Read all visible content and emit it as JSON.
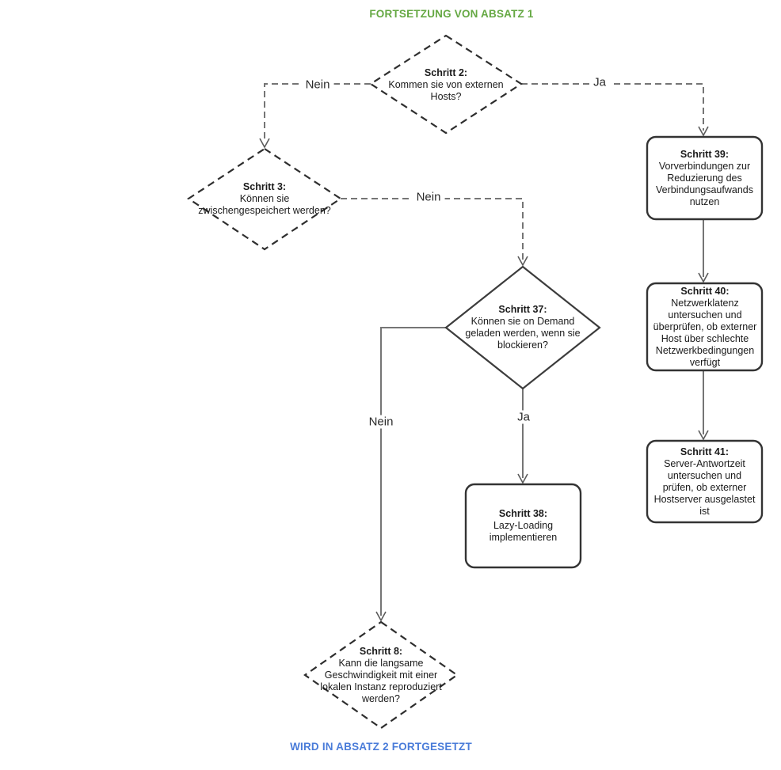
{
  "header": {
    "continuation_top": "FORTSETZUNG VON ABSATZ 1"
  },
  "footer": {
    "continuation_bottom": "WIRD IN ABSATZ 2 FORTGESETZT"
  },
  "colors": {
    "header_green": "#65a843",
    "footer_blue": "#4a7cd9",
    "shape_border_dark": "#333333",
    "connector_gray": "#757575",
    "text": "#1a1a1a"
  },
  "nodes": {
    "schritt2": {
      "type": "decision-dashed",
      "title": "Schritt 2:",
      "text": "Kommen sie von externen Hosts?"
    },
    "schritt3": {
      "type": "decision-dashed",
      "title": "Schritt 3:",
      "text": "Können sie zwischengespeichert werden?"
    },
    "schritt37": {
      "type": "decision-solid",
      "title": "Schritt 37:",
      "text": "Können sie on Demand geladen werden, wenn sie blockieren?"
    },
    "schritt8": {
      "type": "decision-dashed",
      "title": "Schritt 8:",
      "text": "Kann die langsame Geschwindigkeit mit einer lokalen Instanz reproduziert werden?"
    },
    "schritt39": {
      "type": "process",
      "title": "Schritt 39:",
      "text": "Vorverbindungen zur Reduzierung des Verbindungsaufwands nutzen"
    },
    "schritt40": {
      "type": "process",
      "title": "Schritt 40:",
      "text": "Netzwerklatenz untersuchen und überprüfen, ob externer Host über schlechte Netzwerkbedingungen verfügt"
    },
    "schritt41": {
      "type": "process",
      "title": "Schritt 41:",
      "text": "Server-Antwortzeit untersuchen und prüfen, ob externer Hostserver ausgelastet ist"
    },
    "schritt38": {
      "type": "process",
      "title": "Schritt 38:",
      "text": "Lazy-Loading implementieren"
    }
  },
  "edges": {
    "schritt2_to_schritt3_label": "Nein",
    "schritt2_to_schritt39_label": "Ja",
    "schritt3_to_schritt37_label": "Nein",
    "schritt37_to_schritt38_label": "Ja",
    "schritt37_to_schritt8_label": "Nein"
  }
}
